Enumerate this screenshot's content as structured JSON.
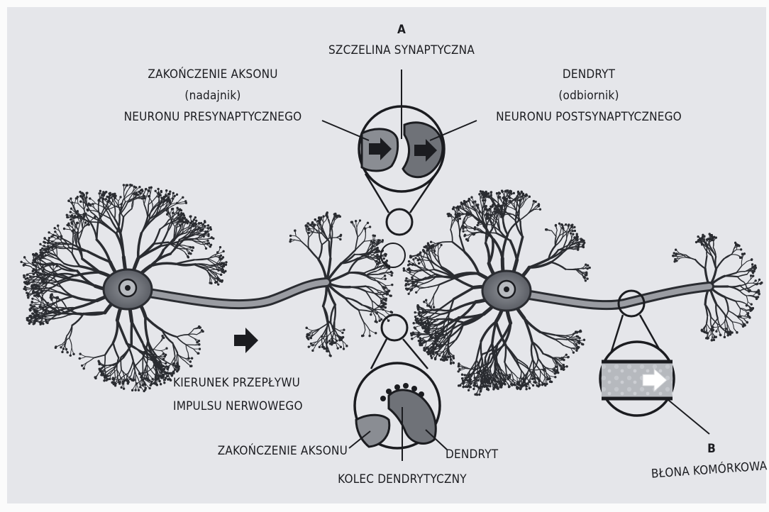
{
  "labels": {
    "marker_a": "A",
    "synaptic_cleft": "SZCZELINA SYNAPTYCZNA",
    "axon_terminal_line1": "ZAKOŃCZENIE AKSONU",
    "axon_terminal_line2": "(nadajnik)",
    "axon_terminal_line3": "NEURONU PRESYNAPTYCZNEGO",
    "dendrite_line1": "DENDRYT",
    "dendrite_line2": "(odbiornik)",
    "dendrite_line3": "NEURONU POSTSYNAPTYCZNEGO",
    "flow_line1": "KIERUNEK PRZEPŁYWU",
    "flow_line2": "IMPULSU NERWOWEGO",
    "bottom_axon_terminal": "ZAKOŃCZENIE AKSONU",
    "bottom_dendrite": "DENDRYT",
    "dendritic_spine": "KOLEC DENDRYTYCZNY",
    "marker_b": "B",
    "cell_membrane": "BŁONA KOMÓRKOWA"
  },
  "colors": {
    "background": "#e5e6ea",
    "ink": "#1b1c20",
    "dendrite_fill": "#6e7178",
    "axon_fill": "#9a9ca2"
  }
}
